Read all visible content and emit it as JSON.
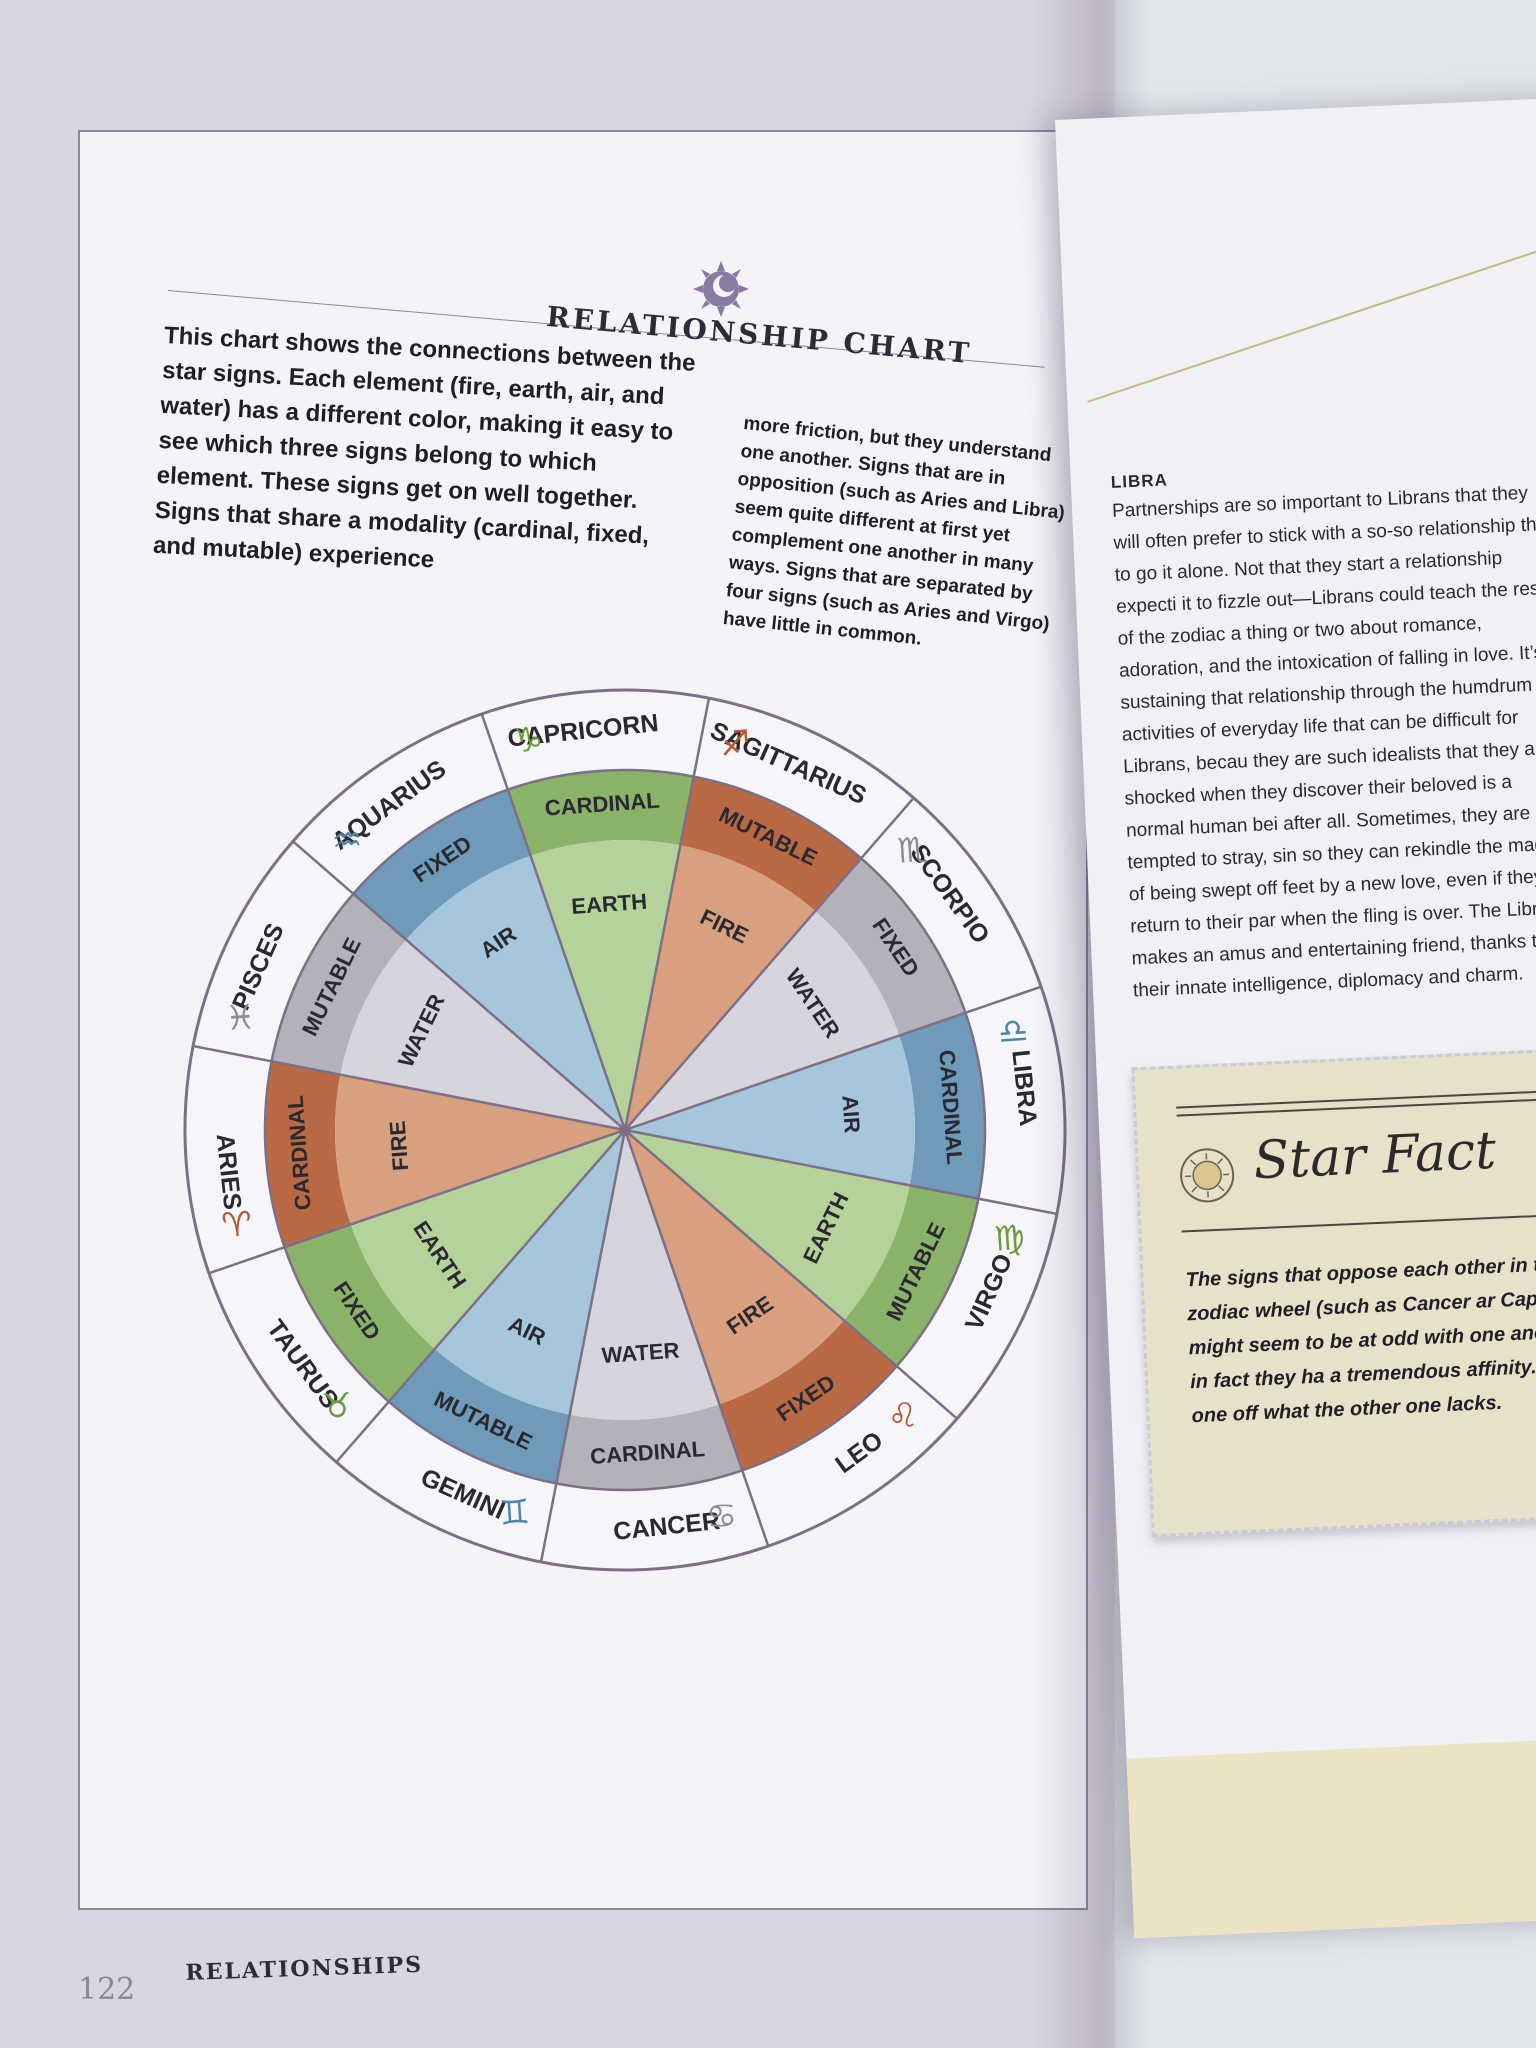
{
  "page": {
    "title": "RELATIONSHIP CHART",
    "intro_left": "This chart shows the connections between the star signs. Each element (fire, earth, air, and water) has a different color, making it easy to see which three signs belong to which element. These signs get on well together. Signs that share a modality (cardinal, fixed, and mutable) experience",
    "intro_right": "more friction, but they understand one another. Signs that are in opposition (such as Aries and Libra) seem quite different at first yet complement one another in many ways. Signs that are separated by four signs (such as Aries and Virgo) have little in common.",
    "footer": {
      "page_number": "122",
      "section": "RELATIONSHIPS"
    }
  },
  "wheel": {
    "colors": {
      "fire": {
        "outer": "#b96a45",
        "inner": "#d8a07e"
      },
      "earth": {
        "outer": "#8ab268",
        "inner": "#b5d29a"
      },
      "air": {
        "outer": "#6f9ab9",
        "inner": "#a6c6dc"
      },
      "water": {
        "outer": "#b3b1ba",
        "inner": "#d6d4dc"
      },
      "line": "#7d6f86",
      "text": "#2a2930"
    },
    "signs": [
      {
        "name": "ARIES",
        "glyph": "♈",
        "modality": "CARDINAL",
        "element": "FIRE",
        "type": "fire",
        "glyph_color": "#b55a32"
      },
      {
        "name": "TAURUS",
        "glyph": "♉",
        "modality": "FIXED",
        "element": "EARTH",
        "type": "earth",
        "glyph_color": "#6c9a3f"
      },
      {
        "name": "GEMINI",
        "glyph": "♊",
        "modality": "MUTABLE",
        "element": "AIR",
        "type": "air",
        "glyph_color": "#4f86a8"
      },
      {
        "name": "CANCER",
        "glyph": "♋",
        "modality": "CARDINAL",
        "element": "WATER",
        "type": "water",
        "glyph_color": "#8f8c98"
      },
      {
        "name": "LEO",
        "glyph": "♌",
        "modality": "FIXED",
        "element": "FIRE",
        "type": "fire",
        "glyph_color": "#b55a32"
      },
      {
        "name": "VIRGO",
        "glyph": "♍",
        "modality": "MUTABLE",
        "element": "EARTH",
        "type": "earth",
        "glyph_color": "#6c9a3f"
      },
      {
        "name": "LIBRA",
        "glyph": "♎",
        "modality": "CARDINAL",
        "element": "AIR",
        "type": "air",
        "glyph_color": "#4f86a8"
      },
      {
        "name": "SCORPIO",
        "glyph": "♏",
        "modality": "FIXED",
        "element": "WATER",
        "type": "water",
        "glyph_color": "#8f8c98"
      },
      {
        "name": "SAGITTARIUS",
        "glyph": "♐",
        "modality": "MUTABLE",
        "element": "FIRE",
        "type": "fire",
        "glyph_color": "#b55a32"
      },
      {
        "name": "CAPRICORN",
        "glyph": "♑",
        "modality": "CARDINAL",
        "element": "EARTH",
        "type": "earth",
        "glyph_color": "#6c9a3f"
      },
      {
        "name": "AQUARIUS",
        "glyph": "♒",
        "modality": "FIXED",
        "element": "AIR",
        "type": "air",
        "glyph_color": "#4f86a8"
      },
      {
        "name": "PISCES",
        "glyph": "♓",
        "modality": "MUTABLE",
        "element": "WATER",
        "type": "water",
        "glyph_color": "#8f8c98"
      }
    ]
  },
  "right_page": {
    "heading": "LIBRA",
    "body": "Partnerships are so important to Librans that they will often prefer to stick with a so-so relationship tha to go it alone. Not that they start a relationship expecti it to fizzle out—Librans could teach the rest of the zodiac a thing or two about romance, adoration, and the intoxication of falling in love. It’s sustaining that relationship through the humdrum activities of everyday life that can be difficult for Librans, becau they are such idealists that they are shocked when they discover their beloved is a normal human bei after all. Sometimes, they are tempted to stray, sin so they can rekindle the magic of being swept off feet by a new love, even if they return to their par when the fling is over. The Libran makes an amus and entertaining friend, thanks to their innate intelligence, diplomacy and charm.",
    "star_fact": {
      "title": "Star Fact",
      "body": "The signs that oppose each other in the zodiac wheel (such as Cancer ar Capricorn) might seem to be at odd with one another, but in fact they ha a tremendous affinity. Each one off what the other one lacks."
    }
  }
}
